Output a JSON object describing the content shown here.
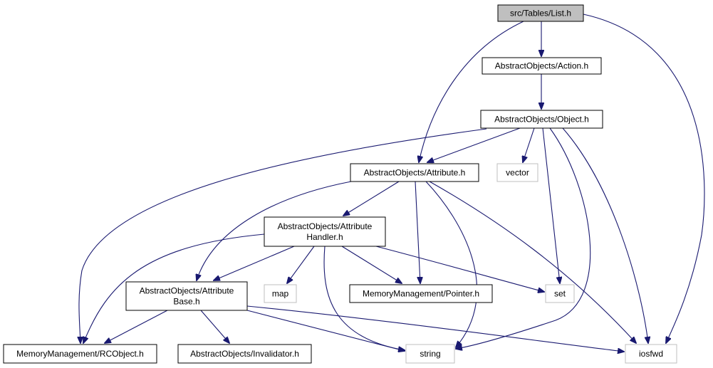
{
  "nodes": {
    "list": {
      "lines": [
        "src/Tables/List.h"
      ],
      "kind": "root"
    },
    "action": {
      "lines": [
        "AbstractObjects/Action.h"
      ],
      "kind": "project"
    },
    "object": {
      "lines": [
        "AbstractObjects/Object.h"
      ],
      "kind": "project"
    },
    "attribute": {
      "lines": [
        "AbstractObjects/Attribute.h"
      ],
      "kind": "project"
    },
    "vector": {
      "lines": [
        "vector"
      ],
      "kind": "system"
    },
    "handler": {
      "lines": [
        "AbstractObjects/Attribute",
        "Handler.h"
      ],
      "kind": "project"
    },
    "base": {
      "lines": [
        "AbstractObjects/Attribute",
        "Base.h"
      ],
      "kind": "project"
    },
    "map": {
      "lines": [
        "map"
      ],
      "kind": "system"
    },
    "pointer": {
      "lines": [
        "MemoryManagement/Pointer.h"
      ],
      "kind": "project"
    },
    "set": {
      "lines": [
        "set"
      ],
      "kind": "system"
    },
    "rcobject": {
      "lines": [
        "MemoryManagement/RCObject.h"
      ],
      "kind": "project"
    },
    "invalidator": {
      "lines": [
        "AbstractObjects/Invalidator.h"
      ],
      "kind": "project"
    },
    "string": {
      "lines": [
        "string"
      ],
      "kind": "system"
    },
    "iosfwd": {
      "lines": [
        "iosfwd"
      ],
      "kind": "system"
    }
  },
  "edges": [
    [
      "list",
      "action"
    ],
    [
      "list",
      "attribute"
    ],
    [
      "list",
      "iosfwd"
    ],
    [
      "action",
      "object"
    ],
    [
      "object",
      "attribute"
    ],
    [
      "object",
      "vector"
    ],
    [
      "object",
      "set"
    ],
    [
      "object",
      "rcobject"
    ],
    [
      "object",
      "string"
    ],
    [
      "object",
      "iosfwd"
    ],
    [
      "attribute",
      "handler"
    ],
    [
      "attribute",
      "base"
    ],
    [
      "attribute",
      "pointer"
    ],
    [
      "attribute",
      "string"
    ],
    [
      "attribute",
      "iosfwd"
    ],
    [
      "handler",
      "base"
    ],
    [
      "handler",
      "map"
    ],
    [
      "handler",
      "pointer"
    ],
    [
      "handler",
      "set"
    ],
    [
      "handler",
      "rcobject"
    ],
    [
      "handler",
      "string"
    ],
    [
      "base",
      "rcobject"
    ],
    [
      "base",
      "invalidator"
    ],
    [
      "base",
      "string"
    ],
    [
      "base",
      "iosfwd"
    ]
  ]
}
